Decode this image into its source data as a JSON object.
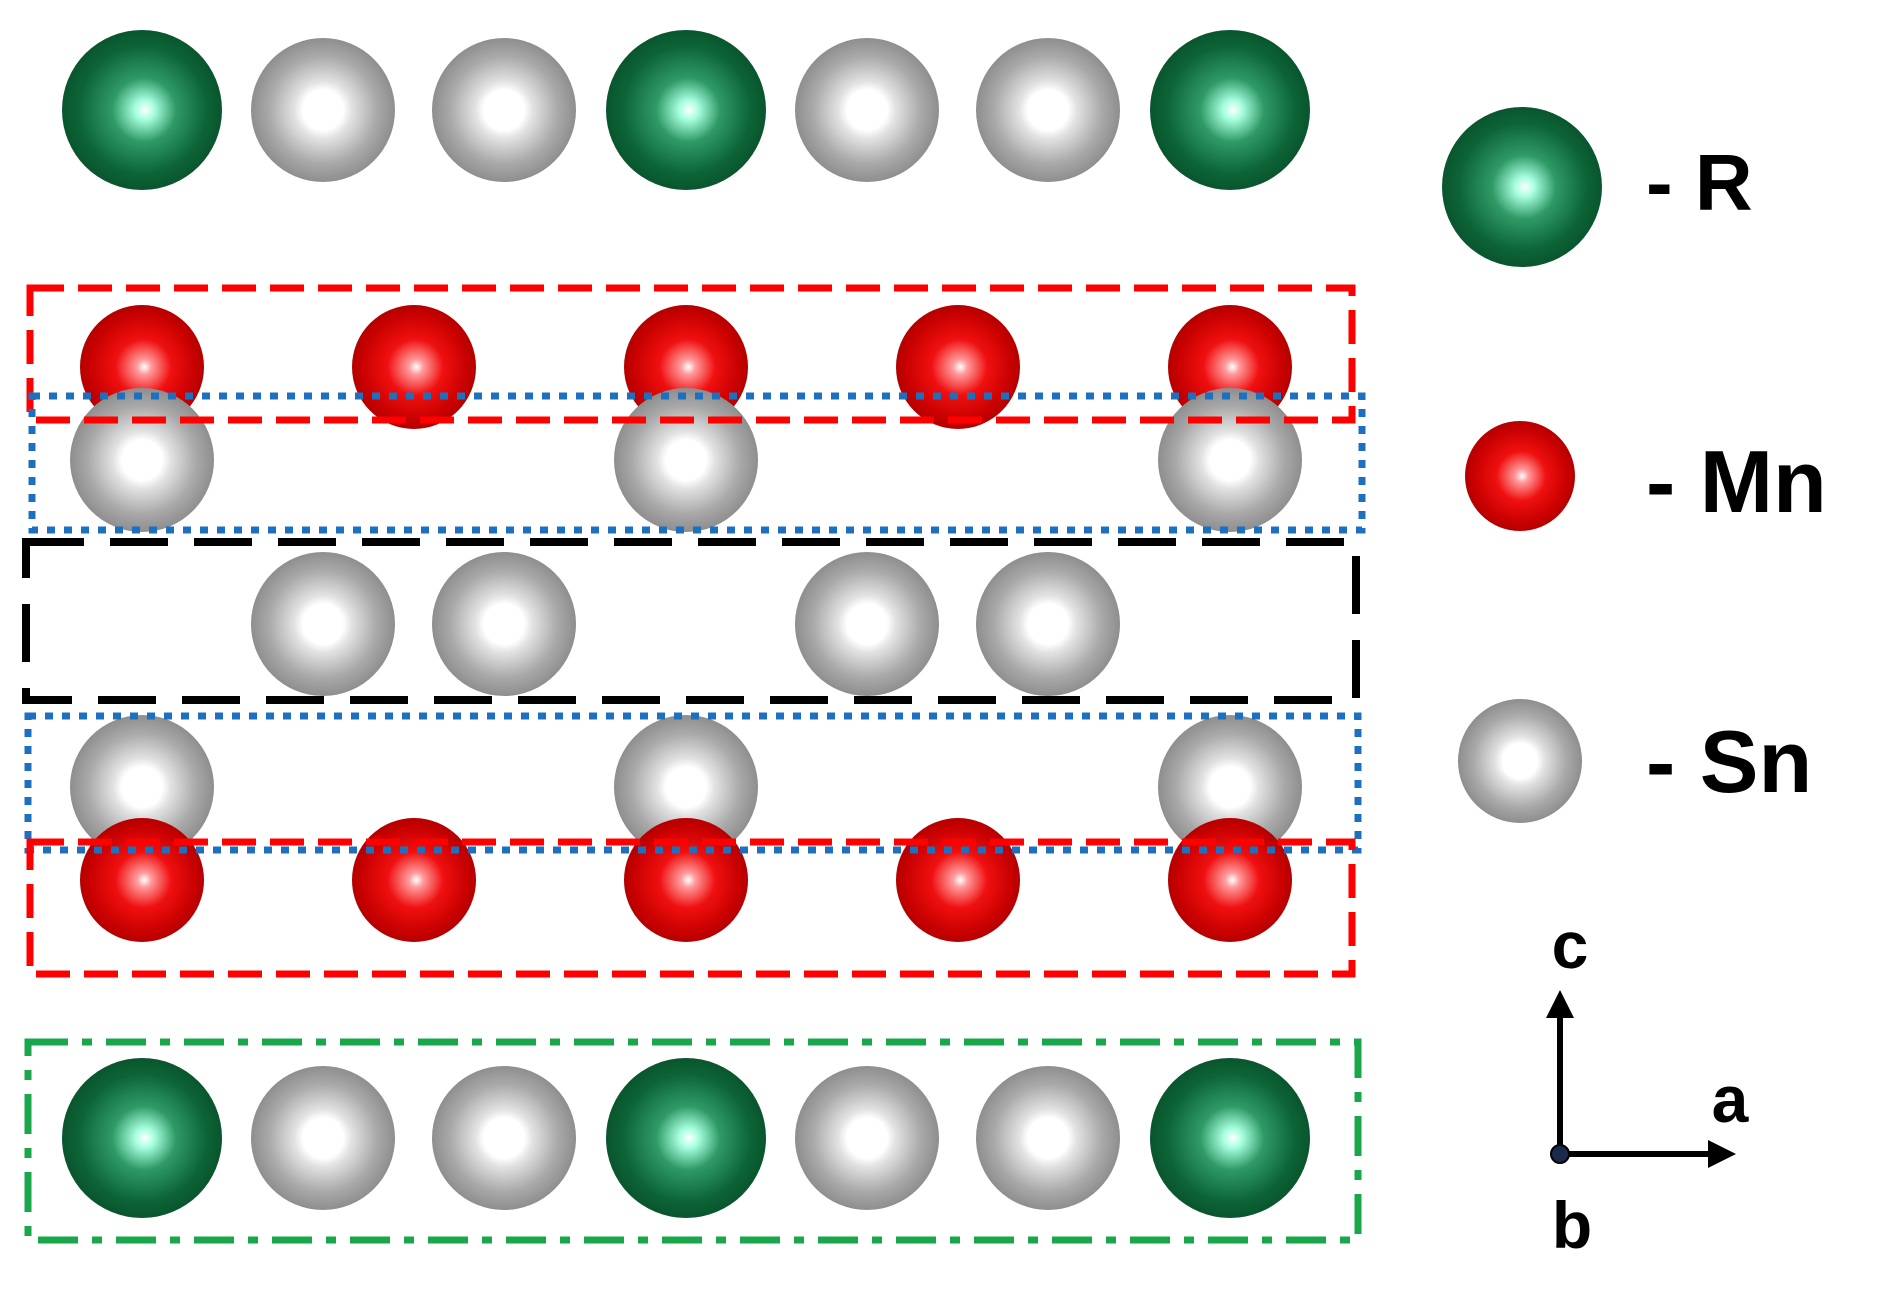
{
  "legend": {
    "r_label": "- R",
    "mn_label": "- Mn",
    "sn_label": "- Sn"
  },
  "axes": {
    "c_label": "c",
    "a_label": "a",
    "b_label": "b"
  },
  "colors": {
    "r_atom": "#0d6b3a",
    "mn_atom": "#e00000",
    "sn_atom": "#a6a6a6",
    "mn_box": "#ff0000",
    "sn_box": "#1f6fbf",
    "sn_center_box": "#000000",
    "r_box": "#1aa64b"
  },
  "layers": [
    {
      "name": "R-Sn layer top",
      "sequence": [
        "R",
        "Sn",
        "Sn",
        "R",
        "Sn",
        "Sn",
        "R"
      ]
    },
    {
      "name": "Mn layer upper",
      "sequence": [
        "Mn",
        "Mn",
        "Mn",
        "Mn",
        "Mn"
      ]
    },
    {
      "name": "Sn layer upper",
      "sequence": [
        "Sn",
        "Sn",
        "Sn"
      ]
    },
    {
      "name": "Sn layer center",
      "sequence": [
        "Sn",
        "Sn",
        "Sn",
        "Sn"
      ]
    },
    {
      "name": "Sn layer lower",
      "sequence": [
        "Sn",
        "Sn",
        "Sn"
      ]
    },
    {
      "name": "Mn layer lower",
      "sequence": [
        "Mn",
        "Mn",
        "Mn",
        "Mn",
        "Mn"
      ]
    },
    {
      "name": "R-Sn layer bottom",
      "sequence": [
        "R",
        "Sn",
        "Sn",
        "R",
        "Sn",
        "Sn",
        "R"
      ]
    }
  ]
}
